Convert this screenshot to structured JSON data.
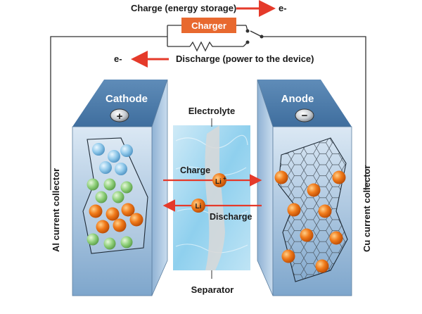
{
  "circuit": {
    "charge_label": "Charge (energy storage)",
    "charge_electron": "e-",
    "charger_label": "Charger",
    "discharge_label": "Discharge (power to the device)",
    "discharge_electron": "e-"
  },
  "cathode": {
    "title": "Cathode",
    "sign": "+",
    "collector_label": "Al current collector"
  },
  "anode": {
    "title": "Anode",
    "sign": "−",
    "collector_label": "Cu current collector"
  },
  "electrolyte": {
    "title": "Electrolyte",
    "separator_label": "Separator",
    "charge_label": "Charge",
    "discharge_label": "Discharge",
    "ion_label": "Li",
    "ion_superscript": "+",
    "atom_label": "Li"
  },
  "colors": {
    "arrow_red": "#e53a2a",
    "charger_orange": "#e8692f",
    "electrode_blue": "#8fb4d6",
    "particle_orange": "#f07a1a",
    "particle_green": "#8fd07a",
    "particle_blue": "#8fc8ea"
  }
}
